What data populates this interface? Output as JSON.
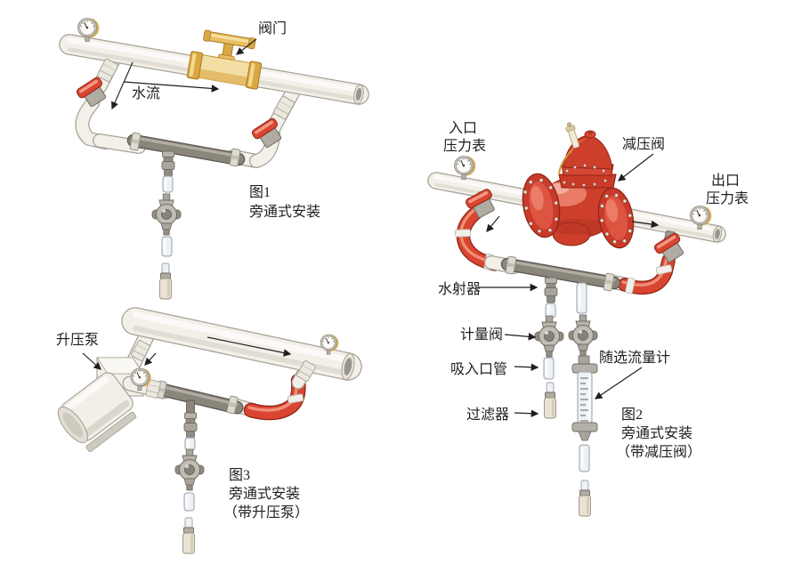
{
  "figures": {
    "fig1": {
      "caption_no": "图1",
      "caption_type": "旁通式安装",
      "label_valve": "阀门",
      "label_flow": "水流"
    },
    "fig2": {
      "caption_no": "图2",
      "caption_type": "旁通式安装",
      "caption_note": "（带减压阀）",
      "label_inlet_1": "入口",
      "label_inlet_2": "压力表",
      "label_reducing_valve": "减压阀",
      "label_outlet_1": "出口",
      "label_outlet_2": "压力表",
      "label_ejector": "水射器",
      "label_metering_valve": "计量阀",
      "label_suction_pipe": "吸入口管",
      "label_filter": "过滤器",
      "label_flowmeter": "随选流量计"
    },
    "fig3": {
      "caption_no": "图3",
      "caption_type": "旁通式安装",
      "caption_note": "（带升压泵）",
      "label_pump": "升压泵"
    }
  },
  "colors": {
    "background": "#ffffff",
    "pipe": "#f3f0e9",
    "pipe_outline": "#a7a197",
    "red_valve": "#d94530",
    "brass": "#e8bf63",
    "gray_fitting": "#8a867c",
    "text": "#1f1f1f"
  }
}
